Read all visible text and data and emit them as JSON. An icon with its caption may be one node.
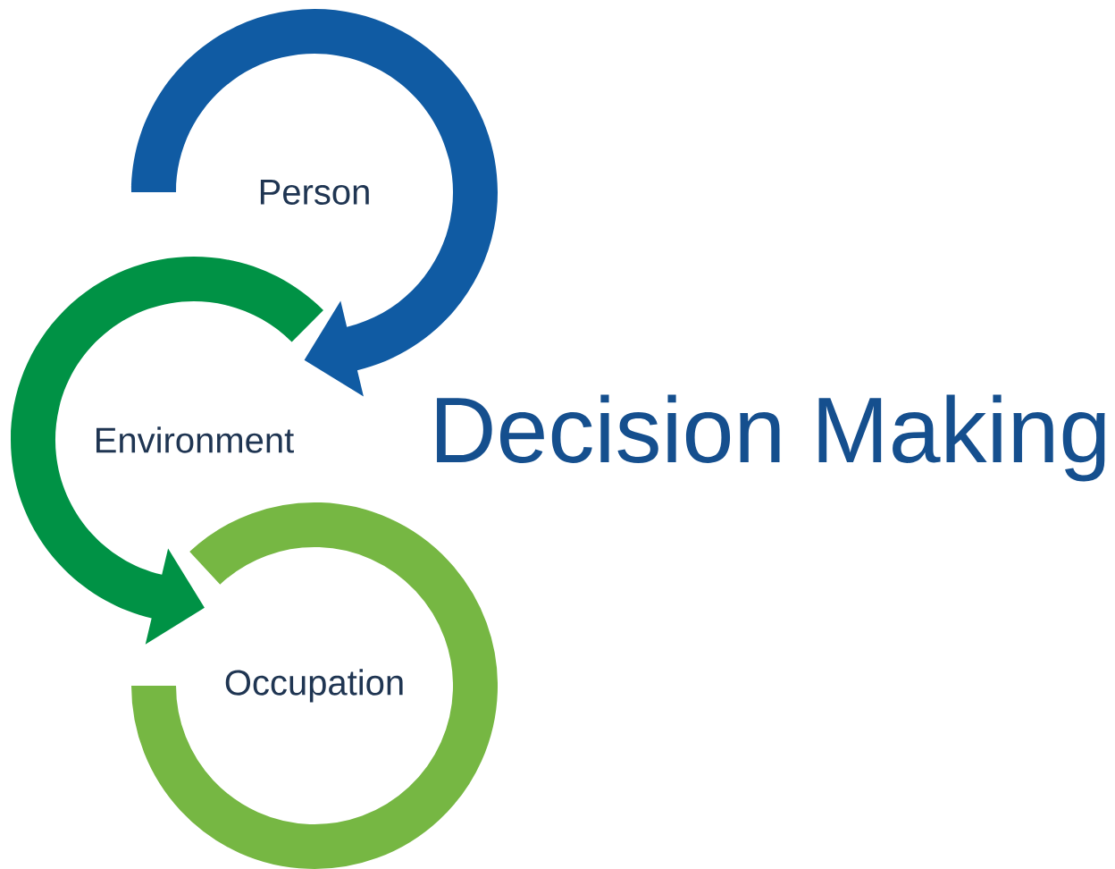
{
  "diagram": {
    "title": "Decision Making",
    "nodes": [
      {
        "text": [
          "Person"
        ]
      },
      {
        "text": [
          "Environment"
        ]
      },
      {
        "text": [
          "Occupation"
        ]
      }
    ],
    "edges": [
      {
        "from": 0,
        "to": 1,
        "arrow": "to",
        "color": "#105ba3"
      },
      {
        "from": 1,
        "to": 2,
        "arrow": "to",
        "color": "#009245"
      }
    ]
  }
}
